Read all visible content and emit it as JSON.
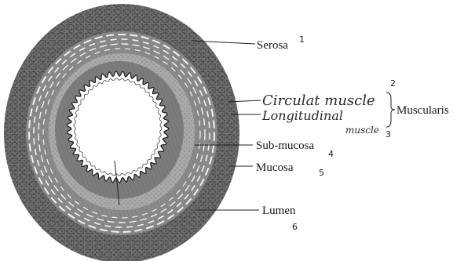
{
  "diagram": {
    "labels": {
      "serosa": "Serosa",
      "circular_muscle": "Circulat muscle",
      "longitudinal_muscle_1": "Longitudinal",
      "longitudinal_muscle_2": "muscle",
      "muscularis": "Muscularis",
      "submucosa": "Sub-mucosa",
      "mucosa": "Mucosa",
      "lumen": "Lumen"
    },
    "numbers": {
      "serosa": "1",
      "circular_muscle": "2",
      "longitudinal_muscle": "3",
      "submucosa": "4",
      "mucosa": "5",
      "lumen": "6"
    },
    "colors": {
      "outer_layer": "#6d6d6d",
      "muscle_band": "#9a9a9a",
      "submucosa": "#bdbdbd",
      "mucosa": "#7c7c7c",
      "lumen": "#ffffff",
      "ink": "#1a1a1a"
    }
  }
}
